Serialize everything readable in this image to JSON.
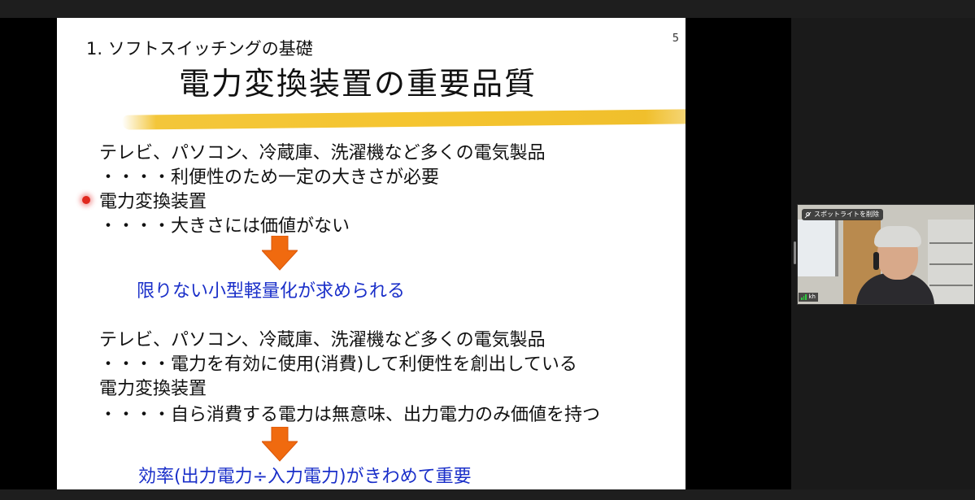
{
  "slide": {
    "section": "1. ソフトスイッチングの基礎",
    "number": "5",
    "title": "電力変換装置の重要品質",
    "block1": {
      "line1": "テレビ、パソコン、冷蔵庫、洗濯機など多くの電気製品",
      "line2": "・・・・利便性のため一定の大きさが必要",
      "line3": "電力変換装置",
      "line4": "・・・・大きさには価値がない",
      "conclusion": "限りない小型軽量化が求められる"
    },
    "block2": {
      "line1": "テレビ、パソコン、冷蔵庫、洗濯機など多くの電気製品",
      "line2": "・・・・電力を有効に使用(消費)して利便性を創出している",
      "line3": "電力変換装置",
      "line4": "・・・・自ら消費する電力は無意味、出力電力のみ価値を持つ",
      "conclusion": "効率(出力電力÷入力電力)がきわめて重要"
    },
    "arrow_color": "#f06a0f",
    "conclusion_color": "#1a2fc9",
    "highlight_color": "#f5c530"
  },
  "video_tile": {
    "spotlight_label": "スポットライトを削除",
    "spotlight_icon": "spotlight-off-icon",
    "participant_name": "kh",
    "signal_icon": "signal-bars-icon"
  }
}
